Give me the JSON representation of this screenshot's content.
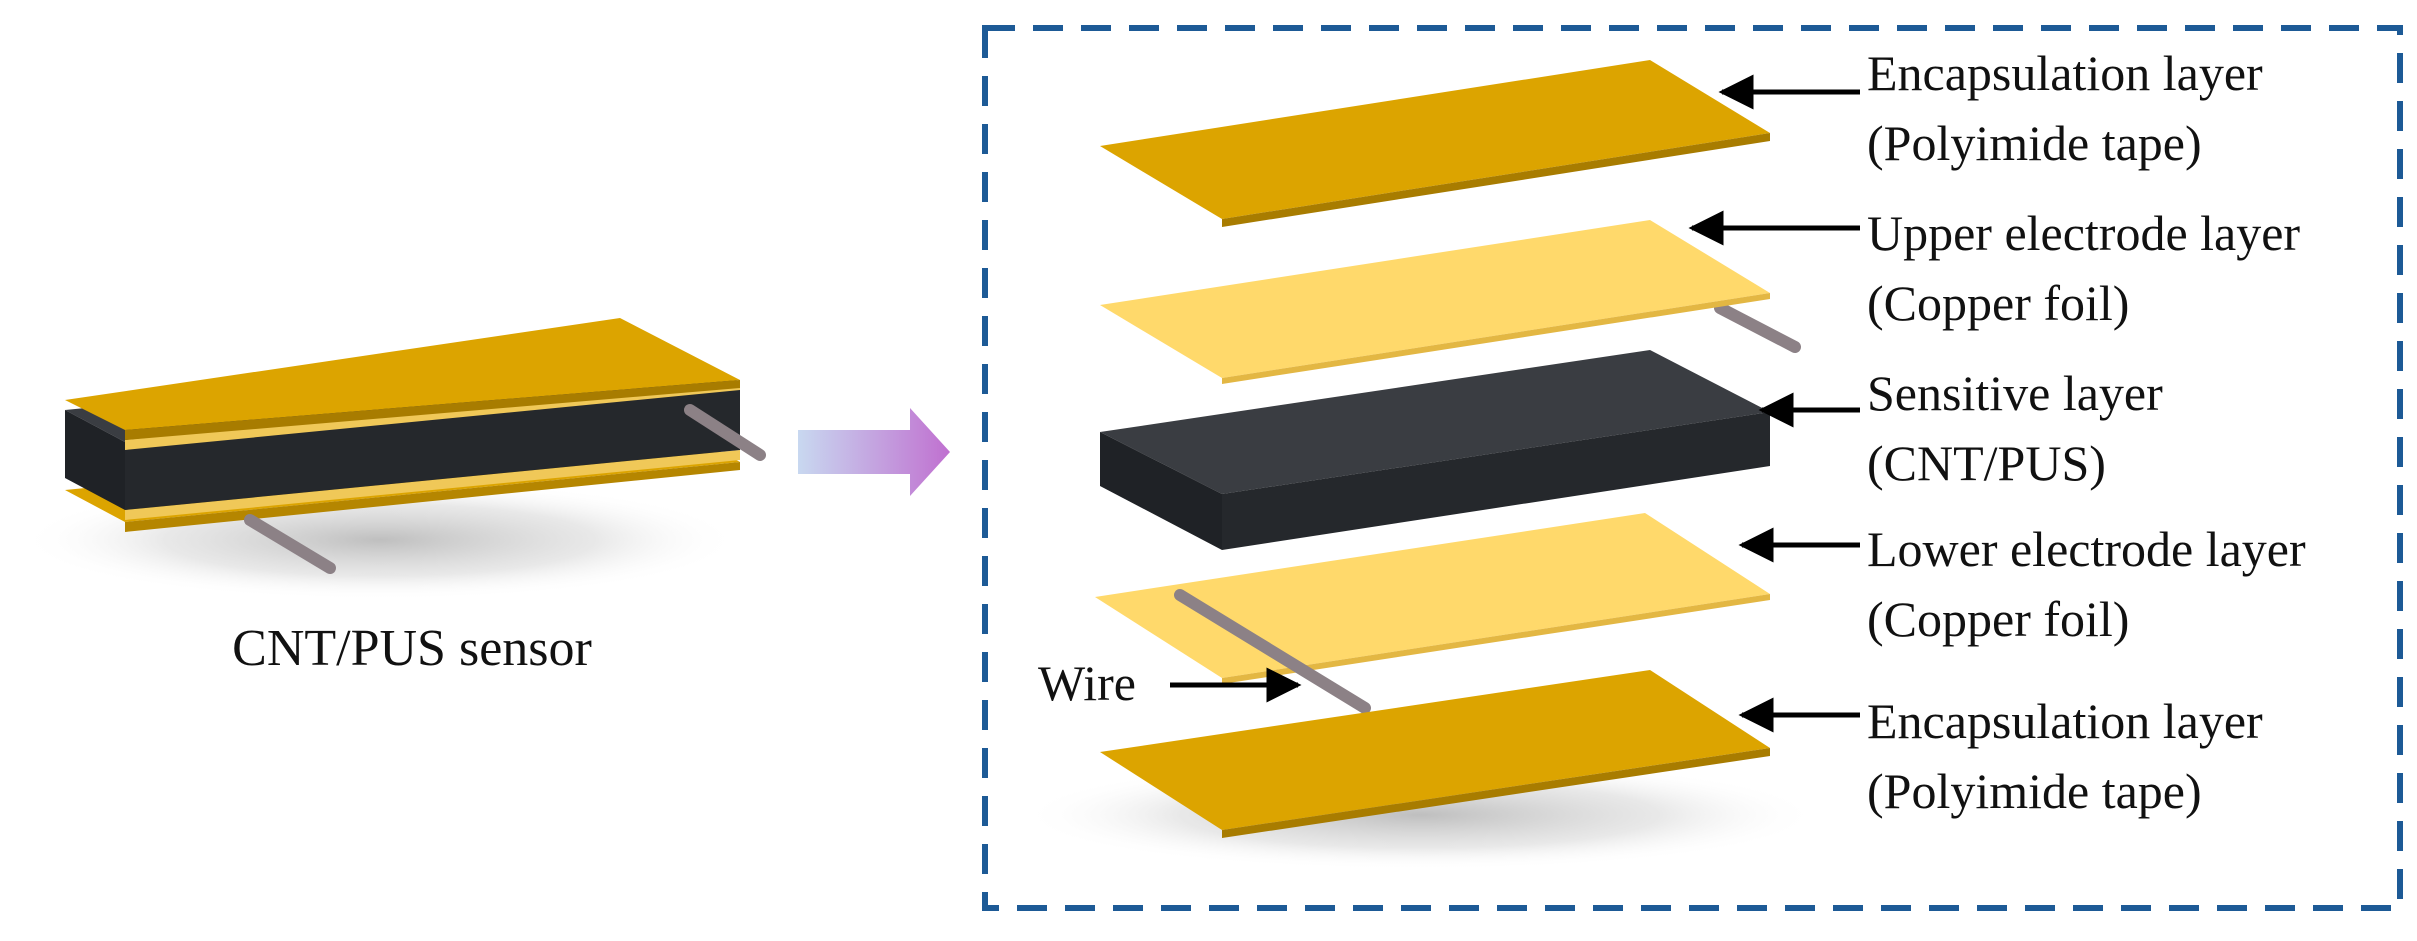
{
  "caption": "CNT/PUS sensor",
  "wire_label": "Wire",
  "layers": [
    {
      "line1": "Encapsulation layer",
      "line2": "(Polyimide tape)"
    },
    {
      "line1": "Upper electrode layer",
      "line2": "(Copper foil)"
    },
    {
      "line1": "Sensitive layer",
      "line2": "(CNT/PUS)"
    },
    {
      "line1": "Lower electrode layer",
      "line2": "(Copper foil)"
    },
    {
      "line1": "Encapsulation layer",
      "line2": "(Polyimide tape)"
    }
  ],
  "colors": {
    "polyimide": "#dca400",
    "copper": "#ffd96b",
    "sensitive": "#2b2e32",
    "wire": "#8c8186",
    "frame": "#1d5a96",
    "arrow": "#c070d0"
  }
}
